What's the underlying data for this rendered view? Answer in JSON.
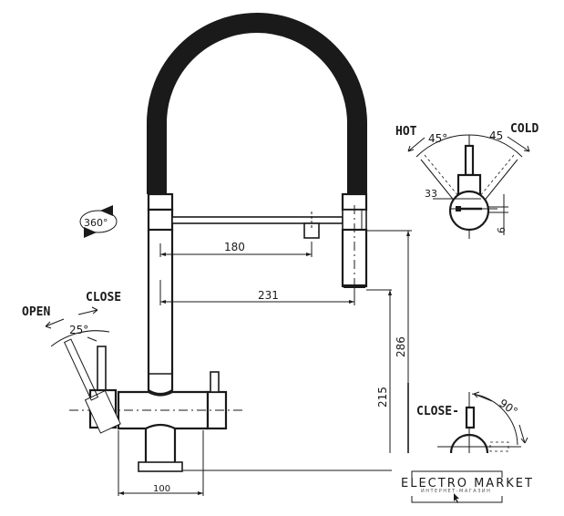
{
  "drawing": {
    "title": "Kitchen faucet with flexible spout - dimensional drawing",
    "colors": {
      "line": "#1a1a1a",
      "hose": "#1a1a1a",
      "background": "#ffffff"
    },
    "rotation": {
      "label": "360°"
    },
    "dimensions": {
      "spout_reach_inner": "180",
      "spout_reach_outer": "231",
      "height_total": "286",
      "height_outlet": "215",
      "base_width": "100"
    },
    "lever_side": {
      "open_label": "OPEN",
      "close_label": "CLOSE",
      "angle_label": "25°"
    },
    "lever_top": {
      "hot_label": "HOT",
      "cold_label": "COLD",
      "hot_angle": "45°",
      "cold_angle": "45",
      "dim_33": "33",
      "dim_6": "6"
    },
    "filter_lever": {
      "close_label": "CLOSE-",
      "angle_label": "90°"
    },
    "watermark": {
      "brand": "ELECTRO MARKET",
      "subtitle": "ИНТЕРНЕТ-МАГАЗИН",
      "cursor_icon": "pointer-cursor"
    }
  }
}
